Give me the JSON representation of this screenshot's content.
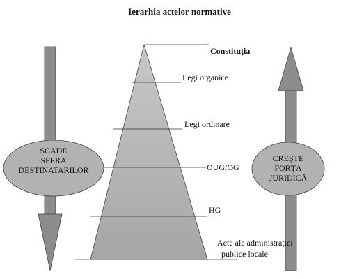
{
  "title": "Ierarhia actelor normative",
  "levels": [
    {
      "label": "Constituția"
    },
    {
      "label": "Legi organice"
    },
    {
      "label": "Legi ordinare"
    },
    {
      "label": "OUG/OG"
    },
    {
      "label": "HG"
    },
    {
      "label": "Acte ale administrației",
      "label2": "publice locale"
    }
  ],
  "left_oval": {
    "lines": [
      "SCADE",
      "SFERA",
      "DESTINATARILOR"
    ]
  },
  "right_oval": {
    "lines": [
      "CREȘTE",
      "FORȚA",
      "JURIDICĂ"
    ]
  },
  "colors": {
    "pyramid_top": "#c4c4c4",
    "pyramid_bottom": "#a8a8a8",
    "arrow": "#8c8c8c",
    "oval": "#b2b2b2",
    "line": "#333333"
  }
}
